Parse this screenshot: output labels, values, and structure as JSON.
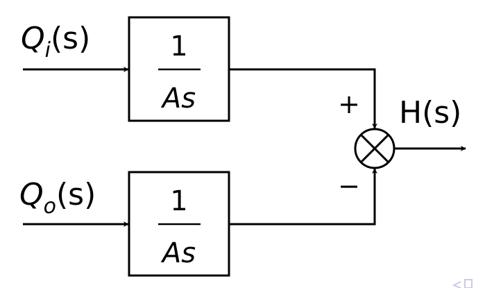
{
  "inputs": {
    "top": {
      "symbol": "Q",
      "subscript": "i",
      "argument": "(s)"
    },
    "bottom": {
      "symbol": "Q",
      "subscript": "o",
      "argument": "(s)"
    }
  },
  "blocks": {
    "top": {
      "numerator": "1",
      "denominator": "As"
    },
    "bottom": {
      "numerator": "1",
      "denominator": "As"
    }
  },
  "summing_junction": {
    "plus_sign": "+",
    "minus_sign": "−"
  },
  "output": {
    "label": "H(s)"
  },
  "colors": {
    "line": "#000000",
    "nav_accent": "#c9c9ee"
  }
}
